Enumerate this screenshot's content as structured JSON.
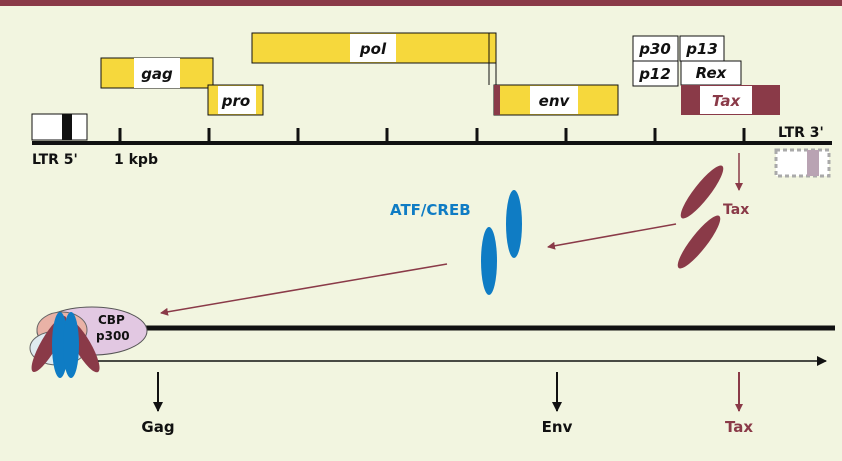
{
  "colors": {
    "top_bar": "#8a3a48",
    "background": "#f2f5e0",
    "gene_fill": "#f6d83c",
    "tax_color": "#8a3a48",
    "atf_creb": "#0f7cc4",
    "cbp_fill": "#e2c8e2",
    "black": "#111111"
  },
  "genome": {
    "ltr5_label": "LTR 5'",
    "ltr3_label": "LTR 3'",
    "scale_label": "1 kpb"
  },
  "genes": {
    "gag": "gag",
    "pro": "pro",
    "pol": "pol",
    "env": "env",
    "p30": "p30",
    "p13": "p13",
    "p12": "p12",
    "rex": "Rex",
    "tax": "Tax"
  },
  "proteins": {
    "tax_label": "Tax",
    "atf_creb_label": "ATF/CREB",
    "cbp_label": "CBP",
    "p300_label": "p300"
  },
  "products": {
    "gag": "Gag",
    "env": "Env",
    "tax": "Tax"
  }
}
